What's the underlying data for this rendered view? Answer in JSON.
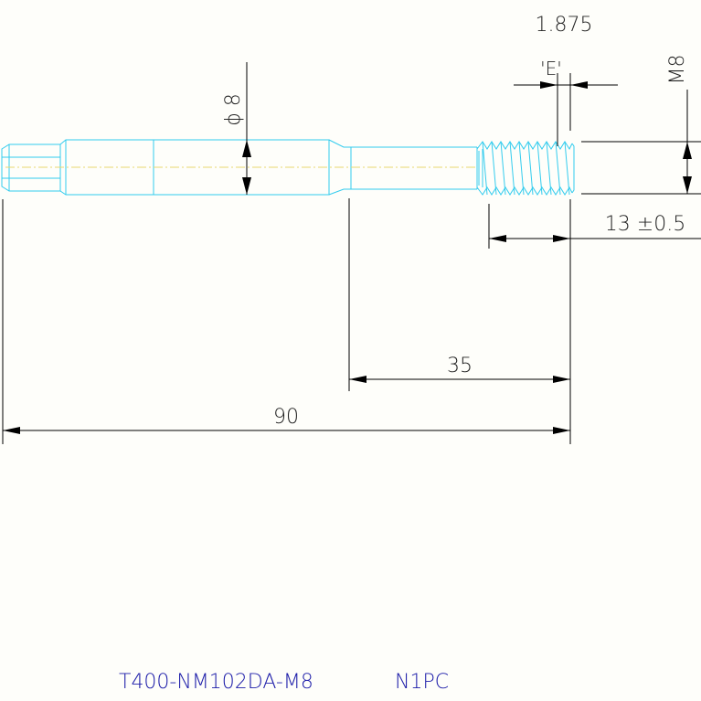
{
  "dimensions": {
    "pitch": "1.875",
    "pitch_tag": "'E'",
    "thread": "M8",
    "diameter": "ϕ 8",
    "thread_length": "13 ±0.5",
    "reduced_length": "35",
    "overall_length": "90"
  },
  "title_block": {
    "part_number": "T400-NM102DA-M8",
    "quantity": "N1PC"
  },
  "colors": {
    "background": "#fefefa",
    "part_outline": "#33ccee",
    "dimension_lines": "#000000",
    "centerline": "#e8d870",
    "part_label": "#1a1aa8"
  }
}
